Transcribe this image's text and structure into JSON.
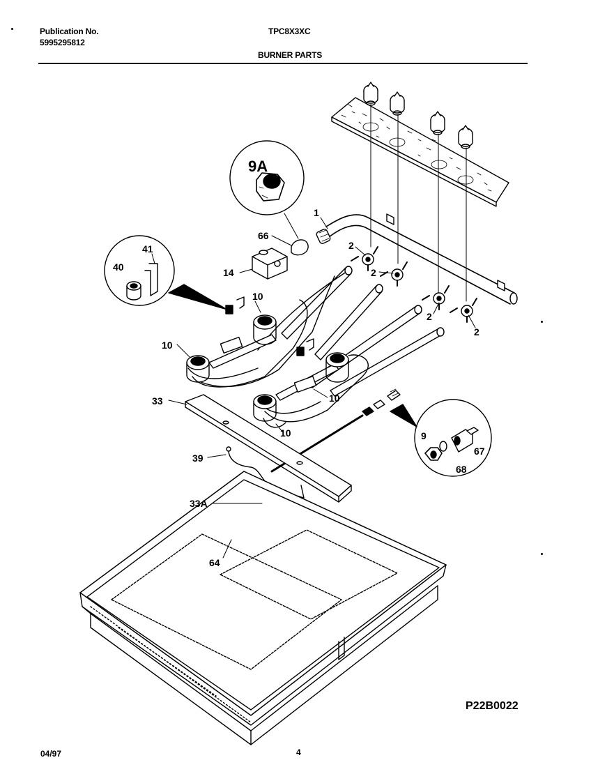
{
  "header": {
    "publication_label": "Publication No.",
    "publication_number": "5995295812",
    "model": "TPC8X3XC",
    "section_title": "BURNER PARTS"
  },
  "callouts": {
    "c1": "1",
    "c2a": "2",
    "c2b": "2",
    "c2c": "2",
    "c2d": "2",
    "c9": "9",
    "c9A": "9A",
    "c10a": "10",
    "c10b": "10",
    "c10c": "10",
    "c10d": "10",
    "c14": "14",
    "c33": "33",
    "c33A": "33A",
    "c39": "39",
    "c40": "40",
    "c41": "41",
    "c64": "64",
    "c66": "66",
    "c67": "67",
    "c68": "68"
  },
  "diagram_code": "P22B0022",
  "footer": {
    "date": "04/97",
    "page": "4"
  }
}
